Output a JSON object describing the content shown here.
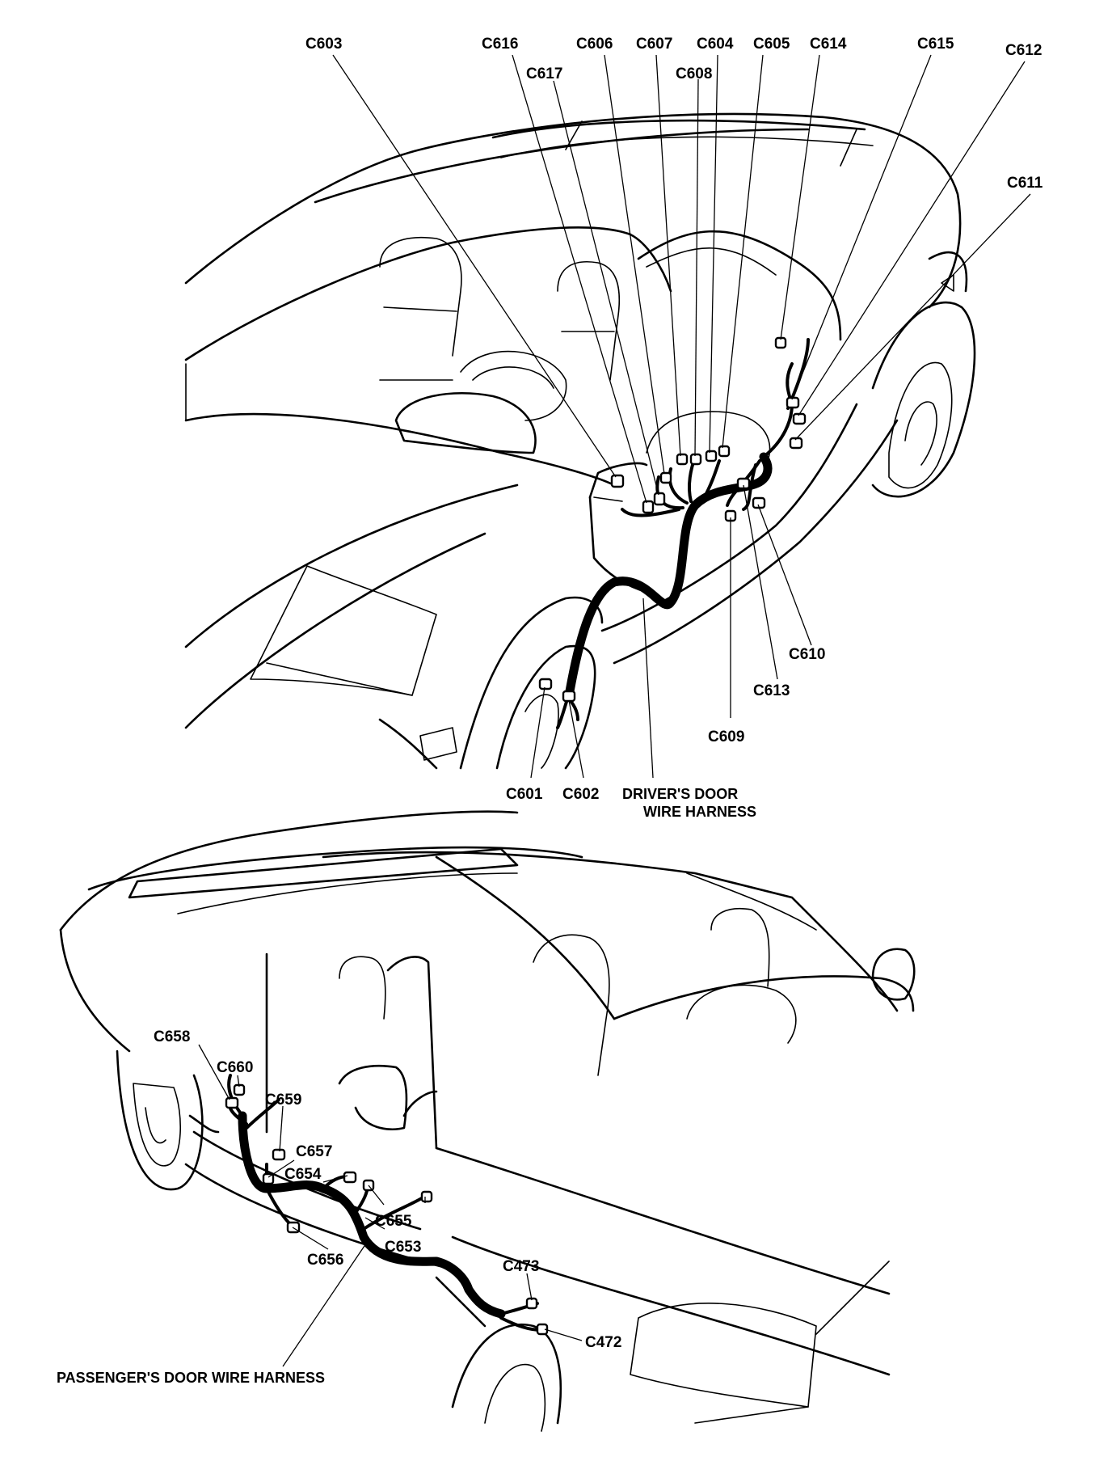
{
  "driver_view": {
    "harness_label_line1": "DRIVER'S DOOR",
    "harness_label_line2": "WIRE HARNESS",
    "connectors": {
      "c603": "C603",
      "c616": "C616",
      "c617": "C617",
      "c606": "C606",
      "c607": "C607",
      "c608": "C608",
      "c604": "C604",
      "c605": "C605",
      "c614": "C614",
      "c615": "C615",
      "c612": "C612",
      "c611": "C611",
      "c610": "C610",
      "c613": "C613",
      "c609": "C609",
      "c601": "C601",
      "c602": "C602"
    }
  },
  "passenger_view": {
    "harness_label": "PASSENGER'S DOOR WIRE HARNESS",
    "connectors": {
      "c658": "C658",
      "c660": "C660",
      "c659": "C659",
      "c657": "C657",
      "c654": "C654",
      "c655": "C655",
      "c653": "C653",
      "c656": "C656",
      "c473": "C473",
      "c472": "C472"
    }
  }
}
